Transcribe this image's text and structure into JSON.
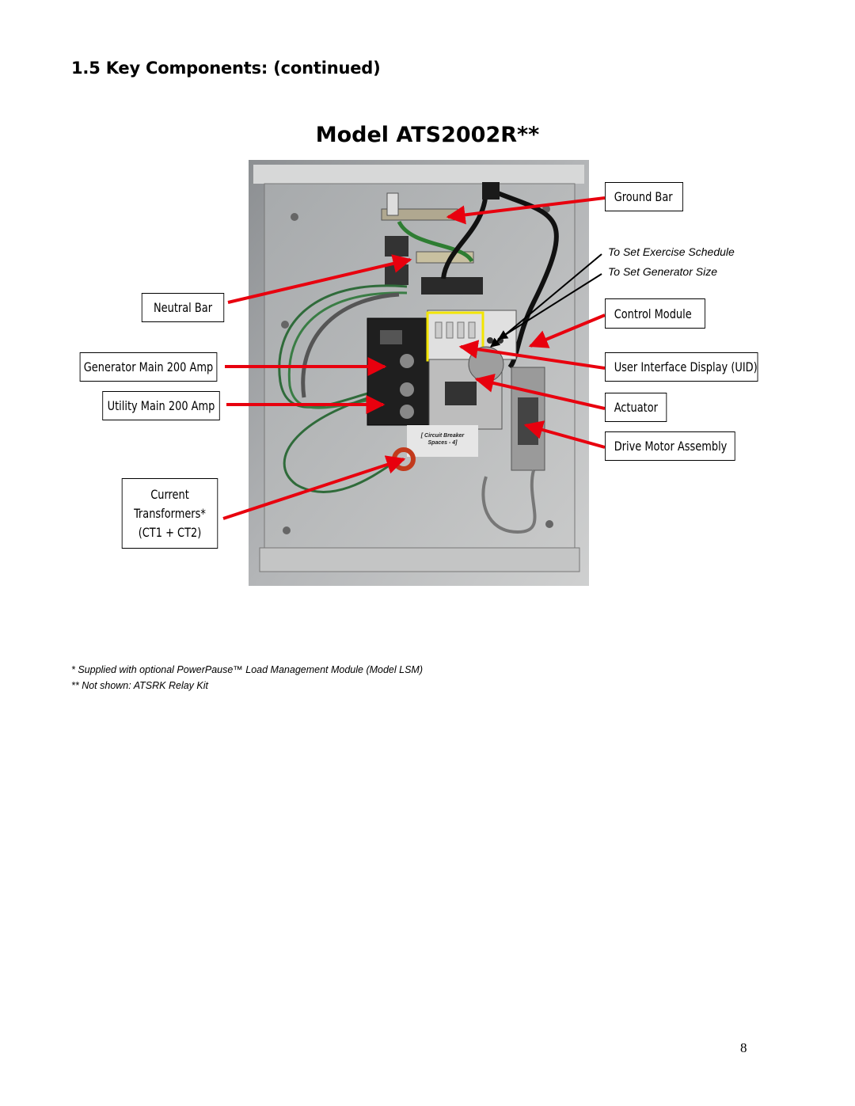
{
  "section_title": "1.5 Key Components: (continued)",
  "model_title": "Model ATS2002R**",
  "labels": {
    "neutral_bar": "Neutral Bar",
    "generator_main": "Generator Main 200 Amp",
    "utility_main": "Utility Main 200 Amp",
    "current_transformers": [
      "Current",
      "Transformers*",
      "(CT1 + CT2)"
    ],
    "ground_bar": "Ground Bar",
    "control_module": "Control Module",
    "uid": "User Interface Display (UID)",
    "actuator": "Actuator",
    "drive_motor": "Drive Motor Assembly"
  },
  "notes": {
    "exercise_schedule": "To Set Exercise Schedule",
    "generator_size": "To Set Generator Size"
  },
  "photo_labels": {
    "breaker_spaces_line1": "[ Circuit Breaker",
    "breaker_spaces_line2": "Spaces - 4]"
  },
  "footnotes": {
    "lsm": "* Supplied with optional PowerPause™ Load Management Module (Model LSM)",
    "relay": "** Not shown: ATSRK Relay Kit"
  },
  "page_number": "8",
  "colors": {
    "arrow": "#e8000e",
    "uid_highlight": "#f2e500"
  }
}
